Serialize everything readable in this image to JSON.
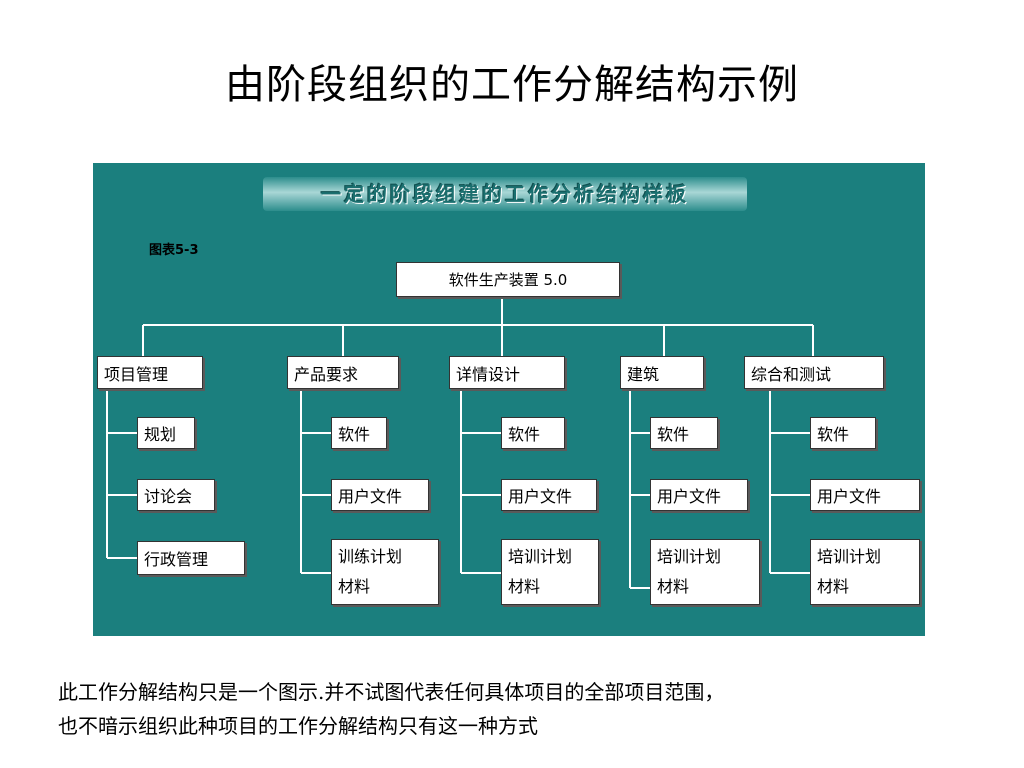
{
  "title": "由阶段组织的工作分解结构示例",
  "diagram": {
    "banner": "一定的阶段组建的工作分析结构样板",
    "figure_label": "图表5-3",
    "root": "软件生产装置 5.0",
    "phases": [
      {
        "label": "项目管理",
        "children": [
          "规划",
          "讨论会",
          "行政管理"
        ]
      },
      {
        "label": "产品要求",
        "children": [
          "软件",
          "用户文件",
          "训练计划",
          "材料"
        ]
      },
      {
        "label": "详情设计",
        "children": [
          "软件",
          "用户文件",
          "培训计划",
          "材料"
        ]
      },
      {
        "label": "建筑",
        "children": [
          "软件",
          "用户文件",
          "培训计划",
          "材料"
        ]
      },
      {
        "label": "综合和测试",
        "children": [
          "软件",
          "用户文件",
          "培训计划",
          "材料"
        ]
      }
    ]
  },
  "note": {
    "line1": "此工作分解结构只是一个图示.并不试图代表任何具体项目的全部项目范围，",
    "line2": "也不暗示组织此种项目的工作分解结构只有这一种方式"
  },
  "colors": {
    "panel": "#1b7f7e",
    "box": "#ffffff",
    "line": "#ffffff"
  }
}
